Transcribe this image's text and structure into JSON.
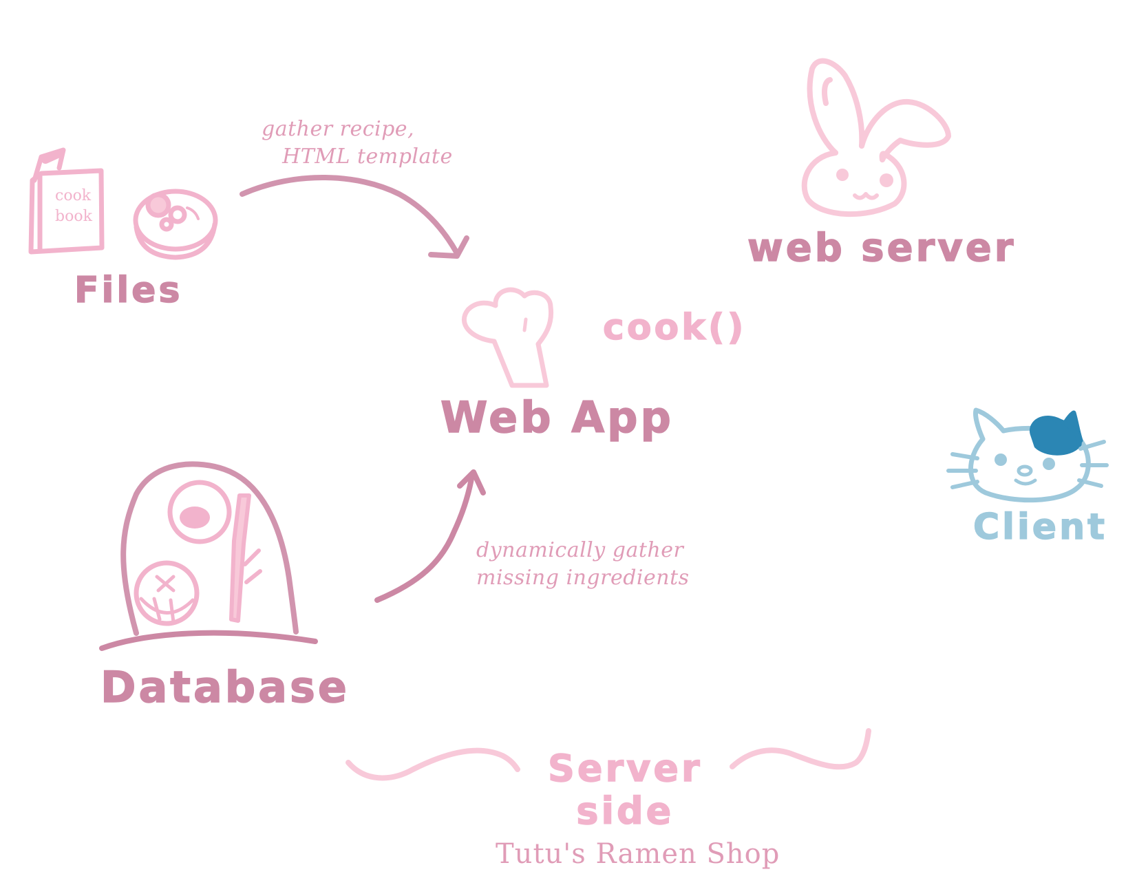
{
  "diagram": {
    "nodes": {
      "files": {
        "label": "Files",
        "icon": "cookbook-and-ramen-bowl-icon",
        "book_text": "cook\nbook"
      },
      "database": {
        "label": "Database",
        "icon": "pantry-dome-icon"
      },
      "web_app": {
        "label": "Web App",
        "icon": "chef-hat-icon",
        "function_label": "cook()"
      },
      "web_server": {
        "label": "web server",
        "icon": "bunny-icon"
      },
      "client": {
        "label": "Client",
        "icon": "cat-icon"
      }
    },
    "edges": [
      {
        "from": "files",
        "to": "web_app",
        "label": "gather recipe,\n   HTML template"
      },
      {
        "from": "database",
        "to": "web_app",
        "label": "dynamically gather\nmissing ingredients"
      }
    ],
    "group": {
      "label": "Server\nside",
      "caption": "Tutu's Ramen Shop"
    }
  },
  "colors": {
    "dark_pink": "#cc88a4",
    "pink": "#f2b3cc",
    "light_pink": "#f8c9d9",
    "note_pink": "#e09cb7",
    "client_blue": "#9ec9dc",
    "cat_patch": "#2b86b4"
  }
}
